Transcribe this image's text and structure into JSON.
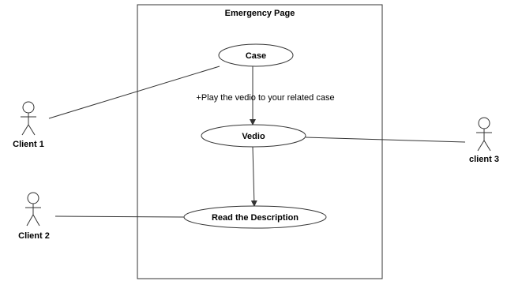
{
  "system": {
    "title": "Emergency Page"
  },
  "use_cases": {
    "case": "Case",
    "vedio": "Vedio",
    "read_description": "Read the Description"
  },
  "relationships": {
    "case_to_vedio_note": "+Play the vedio to your related case"
  },
  "actors": {
    "client1": "Client 1",
    "client2": "Client 2",
    "client3": "client 3"
  }
}
